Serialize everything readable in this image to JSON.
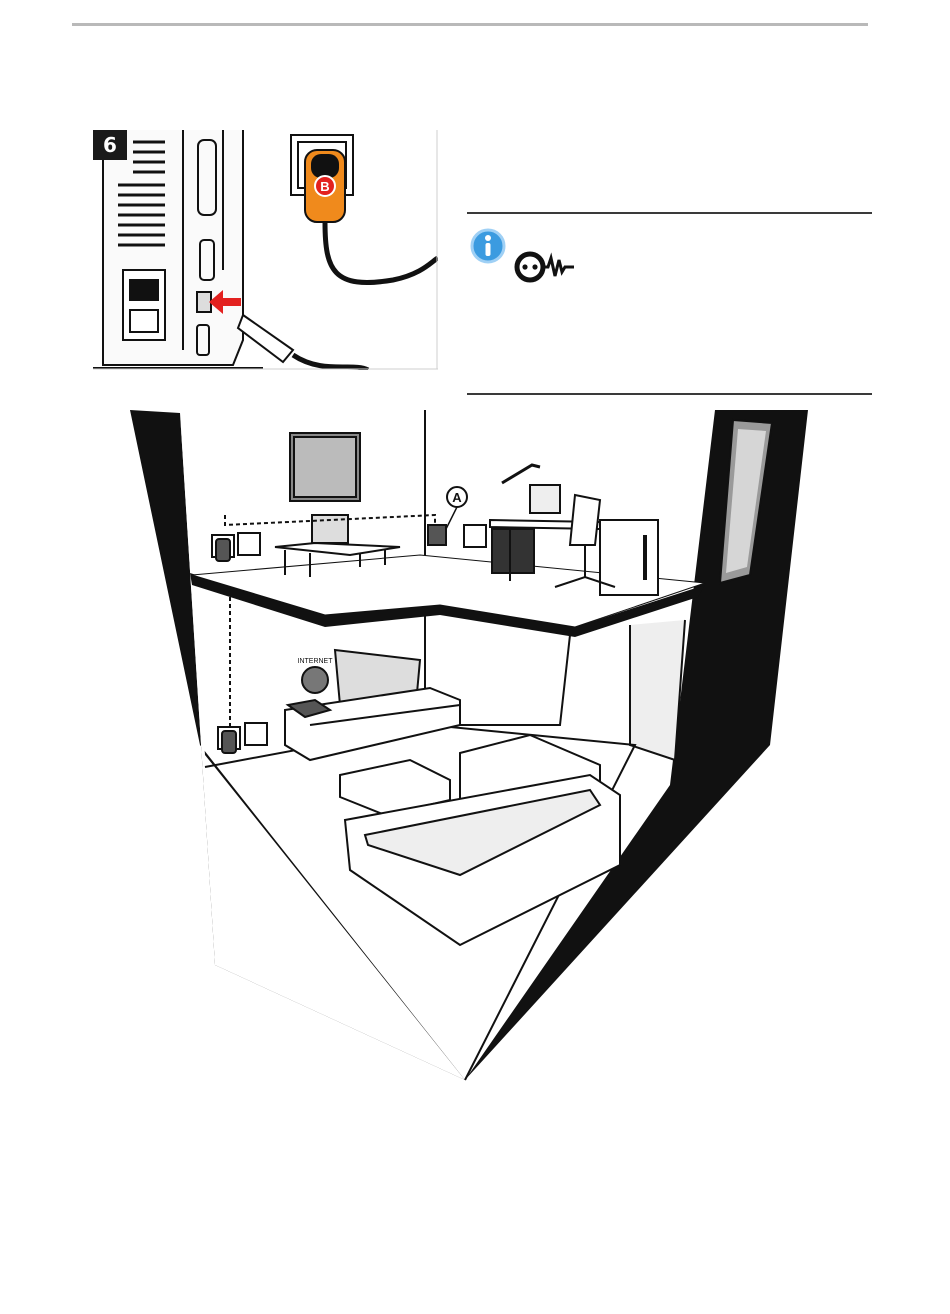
{
  "step": {
    "number": "6"
  },
  "step_figure": {
    "adapter_label": "B"
  },
  "house_figure": {
    "adapter_label": "A",
    "globe_label": "INTERNET"
  },
  "icons": {
    "info": "info-icon",
    "power_plug": "power-plug-icon",
    "adapter": "powerline-adapter-icon",
    "arrow": "arrow-right-icon"
  },
  "colors": {
    "adapter_orange": "#f08a1c",
    "arrow_red": "#e3211f",
    "info_blue": "#3b9be0",
    "ink": "#111111"
  }
}
